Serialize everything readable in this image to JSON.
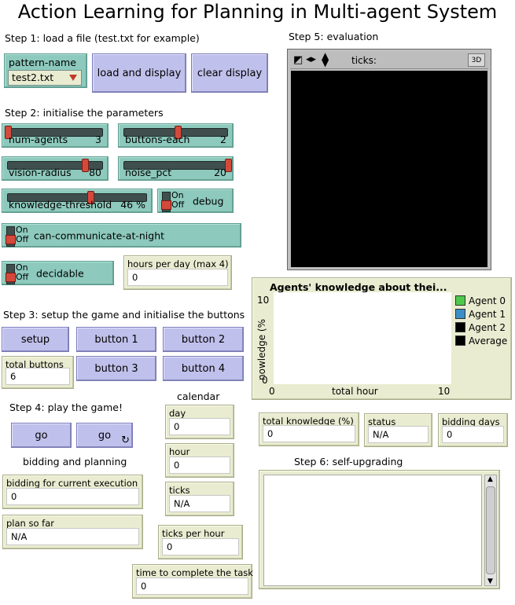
{
  "title": "Action Learning for Planning in Multi-agent System",
  "step1": {
    "label": "Step 1: load a file (test.txt for example)",
    "chooser_label": "pattern-name",
    "chooser_value": "test2.txt",
    "load_button": "load and display",
    "clear_button": "clear display"
  },
  "step2": {
    "label": "Step 2: initialise the parameters",
    "num_agents": {
      "name": "num-agents",
      "value": "3",
      "fraction": 0.0
    },
    "buttons_each": {
      "name": "buttons-each",
      "value": "2",
      "fraction": 0.5
    },
    "vision_radius": {
      "name": "vision-radius",
      "value": "80",
      "fraction": 0.8
    },
    "noise_pct": {
      "name": "noise_pct",
      "value": "20",
      "fraction": 1.0
    },
    "knowledge_threshold": {
      "name": "knowledge-threshold",
      "value": "46 %",
      "fraction": 0.6
    },
    "switch_on": "On",
    "switch_off": "Off",
    "debug": "debug",
    "can_communicate": "can-communicate-at-night",
    "decidable": "decidable",
    "hours_per_day": {
      "label": "hours per day (max 4)",
      "value": "0"
    }
  },
  "step3": {
    "label": "Step 3: setup the game and initialise the buttons",
    "setup": "setup",
    "button1": "button 1",
    "button2": "button 2",
    "button3": "button 3",
    "button4": "button 4",
    "total_buttons": {
      "label": "total buttons",
      "value": "6"
    }
  },
  "step4": {
    "label": "Step 4: play the game!",
    "go": "go",
    "go_forever": "go",
    "bidding_label": "bidding and planning",
    "bidding_current": {
      "label": "bidding for current execution",
      "value": "0"
    },
    "plan_so_far": {
      "label": "plan so far",
      "value": "N/A"
    }
  },
  "calendar": {
    "label": "calendar",
    "day": {
      "label": "day",
      "value": "0"
    },
    "hour": {
      "label": "hour",
      "value": "0"
    },
    "ticks": {
      "label": "ticks",
      "value": "N/A"
    },
    "ticks_per_hour": {
      "label": "ticks per hour",
      "value": "0"
    },
    "time_to_complete": {
      "label": "time to complete the task",
      "value": "0"
    }
  },
  "step5": {
    "label": "Step 5: evaluation",
    "ticks_label": "ticks:",
    "three_d": "3D"
  },
  "plot": {
    "title": "Agents' knowledge about thei...",
    "ylabel": "nowledge (%",
    "xlabel": "total hour",
    "ymax": "10",
    "ymin": "0",
    "xmin": "0",
    "xmax": "10",
    "legend": [
      {
        "name": "Agent 0",
        "color": "#4ec94e"
      },
      {
        "name": "Agent 1",
        "color": "#3b8fc7"
      },
      {
        "name": "Agent 2",
        "color": "#000000"
      },
      {
        "name": "Average",
        "color": "#000000"
      }
    ]
  },
  "monitors": {
    "total_knowledge": {
      "label": "total knowledge (%)",
      "value": "0"
    },
    "status": {
      "label": "status",
      "value": "N/A"
    },
    "bidding_days": {
      "label": "bidding days",
      "value": "0"
    }
  },
  "step6": {
    "label": "Step 6: self-upgrading"
  }
}
